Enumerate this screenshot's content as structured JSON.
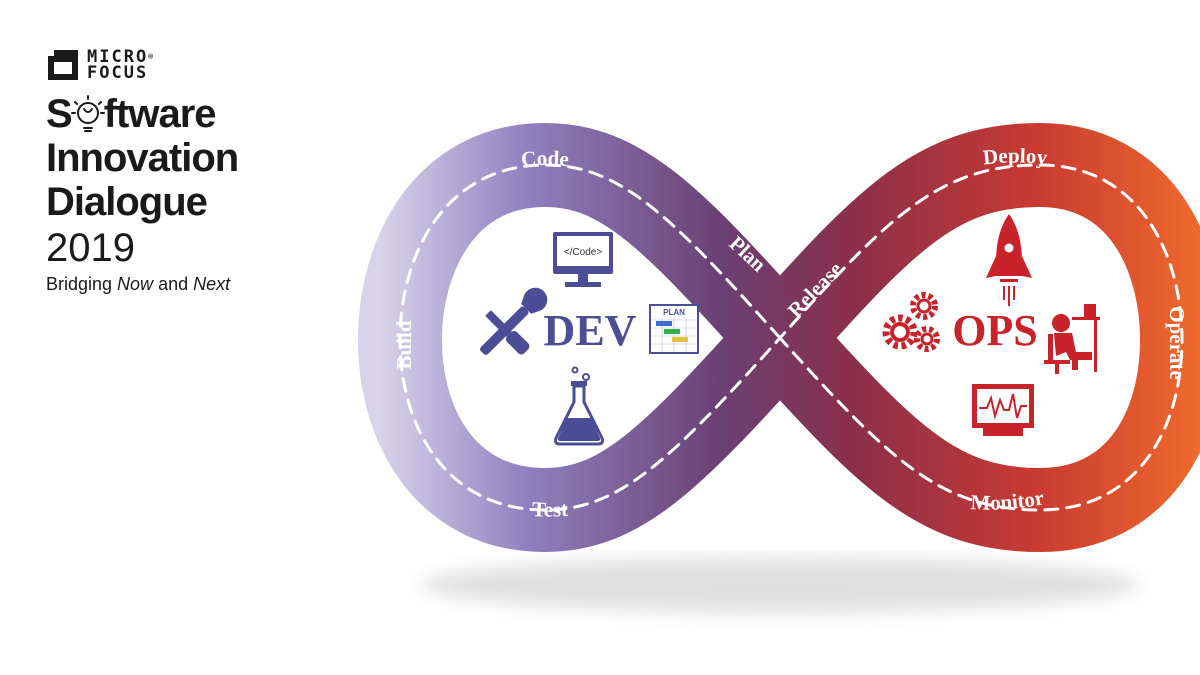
{
  "brand": {
    "logo_line1": "MICRO",
    "logo_line2": "FOCUS",
    "registered": "®",
    "title_line1_prefix": "S",
    "title_line1_suffix": "ftware",
    "title_line2": "Innovation",
    "title_line3": "Dialogue",
    "year": "2019",
    "tagline_part1": "Bridging ",
    "tagline_em1": "Now",
    "tagline_part2": " and ",
    "tagline_em2": "Next"
  },
  "diagram": {
    "dev_label": "DEV",
    "ops_label": "OPS",
    "code_icon_text": "</Code>",
    "plan_icon_text": "PLAN",
    "phases": {
      "code": "Code",
      "build": "Build",
      "test": "Test",
      "plan": "Plan",
      "release": "Release",
      "deploy": "Deploy",
      "operate": "Operate",
      "monitor": "Monitor"
    }
  },
  "colors": {
    "dev_purple": "#4b4d97",
    "ops_red": "#c8222a",
    "loop_left": "#cfcae3",
    "loop_mid": "#7a3f68",
    "loop_right": "#e4552a"
  }
}
